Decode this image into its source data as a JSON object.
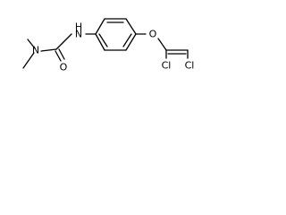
{
  "molecule": {
    "atoms": {
      "n_amide": "N",
      "n_amine_h": "H",
      "n_dimethyl": "N",
      "o_carbonyl": "O",
      "o_ether": "O",
      "cl_1": "Cl",
      "cl_2": "Cl"
    }
  }
}
